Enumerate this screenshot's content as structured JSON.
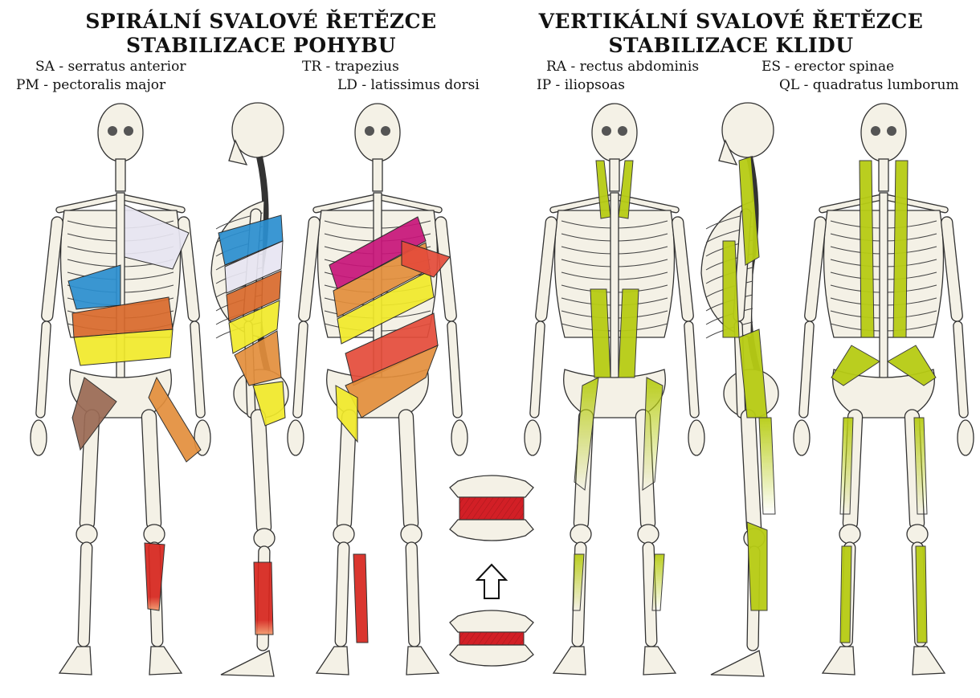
{
  "titles": {
    "spiral_line1": "SPIRÁLNÍ SVALOVÉ ŘETĚZCE",
    "spiral_line2": "STABILIZACE POHYBU",
    "vertical_line1": "VERTIKÁLNÍ SVALOVÉ ŘETĚZCE",
    "vertical_line2": "STABILIZACE KLIDU"
  },
  "legend": {
    "sa": "SA - serratus anterior",
    "pm": "PM - pectoralis major",
    "tr": "TR - trapezius",
    "ld": "LD - latissimus dorsi",
    "ra": "RA - rectus abdominis",
    "ip": "IP - iliopsoas",
    "es": "ES - erector spinae",
    "ql": "QL - quadratus lumborum"
  },
  "colors": {
    "bone_fill": "#f4f1e6",
    "bone_stroke": "#333333",
    "spiral_bands": [
      "#2b8fd0",
      "#e8e6f2",
      "#d96a2c",
      "#f1ea2a",
      "#9b6a54",
      "#e38f3c",
      "#e44c3a",
      "#c8157a"
    ],
    "muscle_red": "#d7261e",
    "vertical_green": "#b7cc14",
    "disc_red": "#d21f26"
  },
  "icons": {
    "arrow": "up-arrow-outline-icon"
  }
}
